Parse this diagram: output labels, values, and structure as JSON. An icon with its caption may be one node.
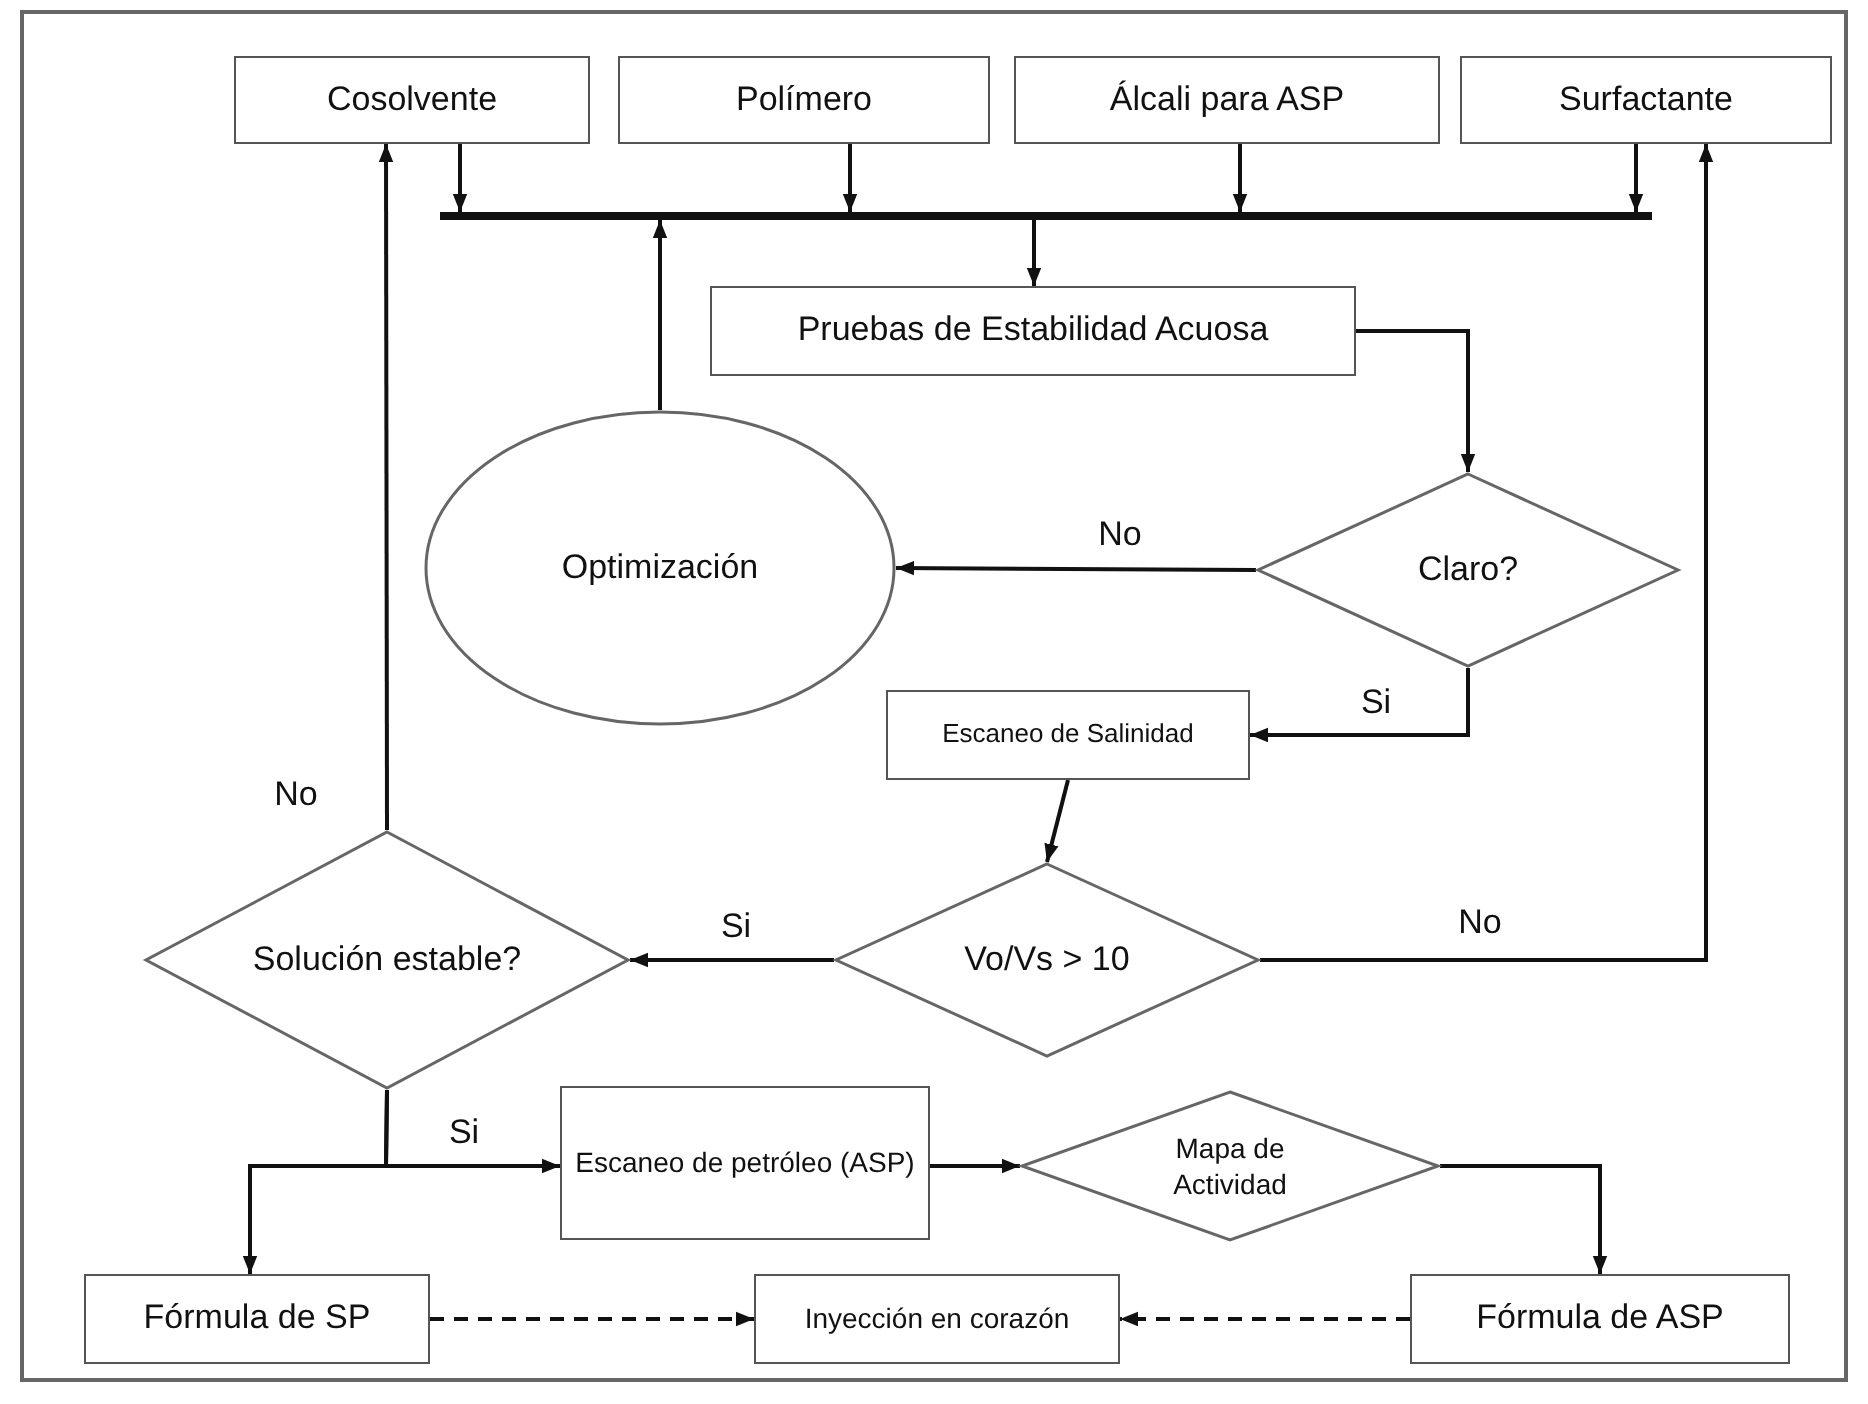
{
  "diagram": {
    "nodes": [
      {
        "text": [
          "Cosolvente"
        ]
      },
      {
        "text": [
          "Polímero"
        ]
      },
      {
        "text": [
          "Álcali para ASP"
        ]
      },
      {
        "text": [
          "Surfactante"
        ]
      },
      {
        "text": [],
        "shape": "bar"
      },
      {
        "text": [
          "Pruebas de Estabilidad Acuosa"
        ]
      },
      {
        "text": [
          "Optimización"
        ]
      },
      {
        "text": [
          "Claro?"
        ]
      },
      {
        "text": [
          "Escaneo de Salinidad"
        ]
      },
      {
        "text": [
          "Vo/Vs > 10"
        ]
      },
      {
        "text": [
          "Solución estable?"
        ]
      },
      {
        "text": [
          "Escaneo de petróleo (ASP)"
        ]
      },
      {
        "text": [
          "Mapa de Actividad"
        ]
      },
      {
        "text": [
          "Fórmula de SP"
        ]
      },
      {
        "text": [
          "Inyección en corazón"
        ]
      },
      {
        "text": [
          "Fórmula de ASP"
        ]
      }
    ],
    "edges": [
      {
        "from": 0,
        "to": 4,
        "arrow": "to"
      },
      {
        "from": 1,
        "to": 4,
        "arrow": "to"
      },
      {
        "from": 2,
        "to": 4,
        "arrow": "to"
      },
      {
        "from": 3,
        "to": 4,
        "arrow": "to"
      },
      {
        "from": 6,
        "to": 4,
        "arrow": "to"
      },
      {
        "from": 4,
        "to": 5,
        "arrow": "to"
      },
      {
        "from": 5,
        "to": 7,
        "arrow": "to"
      },
      {
        "from": 7,
        "to": 6,
        "arrow": "to",
        "label": "No"
      },
      {
        "from": 7,
        "to": 8,
        "arrow": "to",
        "label": "Si"
      },
      {
        "from": 8,
        "to": 9,
        "arrow": "to"
      },
      {
        "from": 9,
        "to": 10,
        "arrow": "to",
        "label": "Si"
      },
      {
        "from": 9,
        "to": 3,
        "arrow": "to",
        "label": "No"
      },
      {
        "from": 10,
        "to": 0,
        "arrow": "to",
        "label": "No"
      },
      {
        "from": 10,
        "to": 11,
        "arrow": "to",
        "label": "Si"
      },
      {
        "from": 10,
        "to": 13,
        "arrow": "to"
      },
      {
        "from": 11,
        "to": 12,
        "arrow": "to"
      },
      {
        "from": 12,
        "to": 15,
        "arrow": "to"
      },
      {
        "from": 13,
        "to": 14,
        "arrow": "to",
        "style": "dashed"
      },
      {
        "from": 15,
        "to": 14,
        "arrow": "to",
        "style": "dashed"
      }
    ]
  }
}
